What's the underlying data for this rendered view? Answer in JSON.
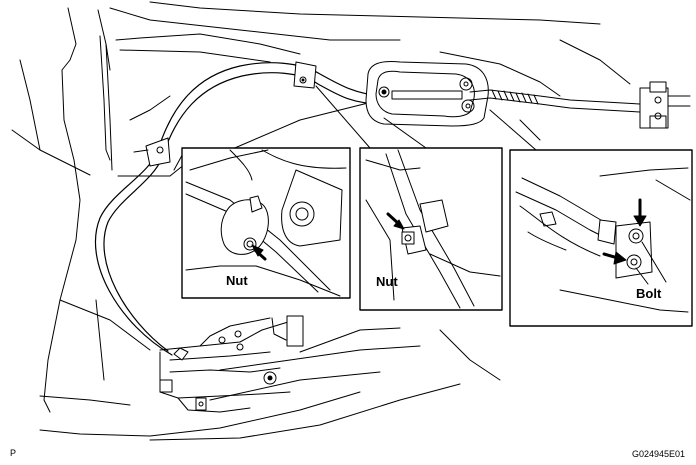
{
  "labels": {
    "nut_left": "Nut",
    "nut_middle": "Nut",
    "bolt": "Bolt"
  },
  "footer": {
    "page_mark": "P",
    "figure_id": "G024945E01"
  }
}
